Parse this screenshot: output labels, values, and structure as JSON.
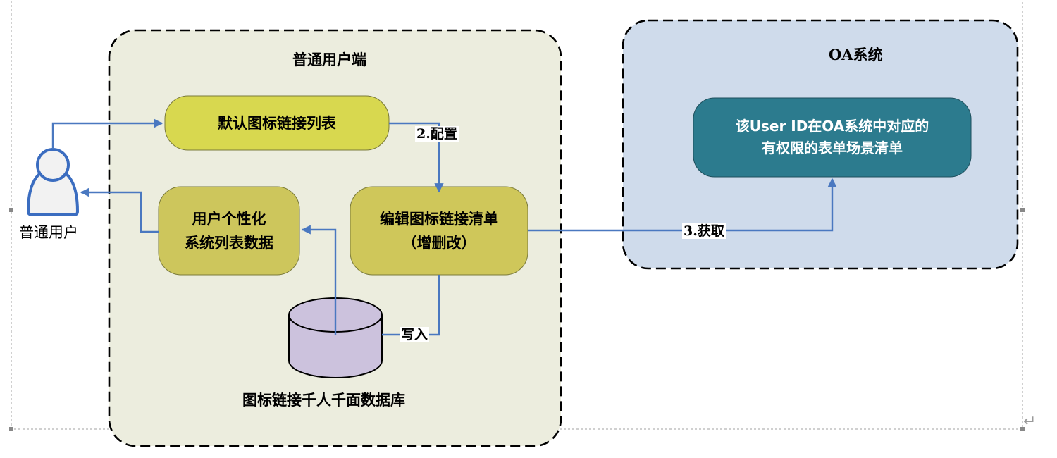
{
  "groups": {
    "user_side": {
      "title": "普通用户端"
    },
    "oa_system": {
      "title": "OA系统"
    }
  },
  "actor": {
    "label": "普通用户"
  },
  "nodes": {
    "default_list": {
      "text": "默认图标链接列表"
    },
    "edit_list": {
      "text": "编辑图标链接清单\n（增删改）"
    },
    "personal_data": {
      "text": "用户个性化\n系统列表数据"
    },
    "oa_forms": {
      "text": "该User ID在OA系统中对应的\n有权限的表单场景清单"
    },
    "database": {
      "label": "图标链接千人千面数据库"
    }
  },
  "edges": {
    "configure": {
      "label": "2.配置"
    },
    "fetch": {
      "label": "3.获取"
    },
    "write": {
      "label": "写入"
    }
  },
  "colors": {
    "user_region_fill": "#ecedde",
    "oa_region_fill": "#cfdbeb",
    "default_list_fill": "#d8d84f",
    "edit_list_fill": "#cfc75a",
    "personal_data_fill": "#cdc65c",
    "oa_forms_fill": "#2c7b8e",
    "database_fill": "#ccc2dd",
    "arrow": "#4a78c0",
    "actor_outline": "#3b6dc0"
  },
  "icons": {
    "actor": "user-icon",
    "database": "database-cylinder-icon",
    "return": "paragraph-return-icon"
  }
}
